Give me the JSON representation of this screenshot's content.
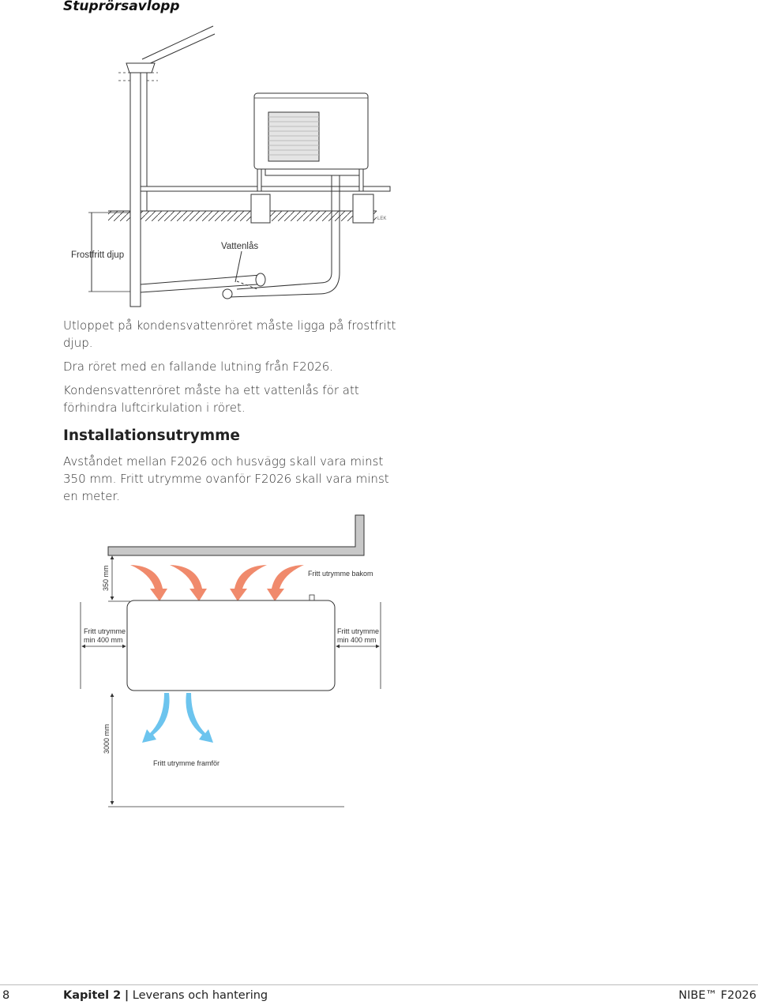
{
  "section_title": "Stuprörsavlopp",
  "diagram1": {
    "label_frost_depth": "Frostfritt djup",
    "label_water_trap": "Vattenlås",
    "mark_lek": "LEK"
  },
  "paragraphs": [
    "Utloppet på kondensvattenröret måste ligga på frostfritt djup.",
    "Dra röret med en fallande lutning från F2026.",
    "Kondensvattenröret måste ha ett vattenlås för att förhindra luftcirkulation i röret."
  ],
  "installation": {
    "heading": "Installationsutrymme",
    "text": "Avståndet mellan F2026 och husvägg skall vara minst 350 mm. Fritt utrymme ovanför F2026 skall vara minst en meter."
  },
  "diagram2": {
    "dim_back": "350 mm",
    "label_back": "Fritt utrymme bakom",
    "left_line1": "Fritt utrymme",
    "left_line2": "min 400 mm",
    "right_line1": "Fritt utrymme",
    "right_line2": "min 400 mm",
    "dim_front": "3000 mm",
    "label_front": "Fritt utrymme framför",
    "colors": {
      "air_in": "#f08a6c",
      "air_out": "#6cc4ee",
      "wall": "#c8c8c8",
      "line": "#333333"
    }
  },
  "footer": {
    "page_number": "8",
    "chapter": "Kapitel 2",
    "chapter_title": "Leverans och hantering",
    "brand": "NIBE™ F2026"
  }
}
